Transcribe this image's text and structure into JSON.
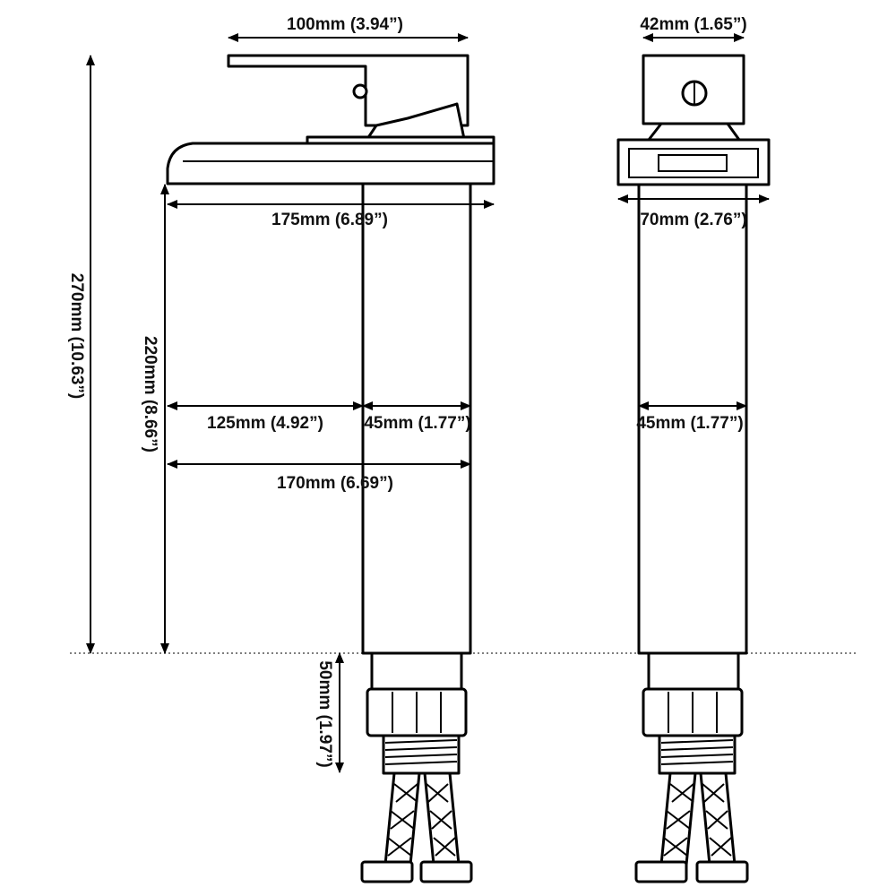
{
  "dimensions": {
    "handle_length": "100mm (3.94”)",
    "handle_width": "42mm (1.65”)",
    "spout_length": "175mm (6.89”)",
    "base_width": "70mm (2.76”)",
    "total_height": "270mm (10.63”)",
    "body_height": "220mm (8.66”)",
    "reach": "125mm (4.92”)",
    "body_diameter_front": "45mm (1.77”)",
    "body_diameter_side": "45mm (1.77”)",
    "overall_reach": "170mm (6.69”)",
    "fitting_length": "50mm (1.97”)"
  },
  "colors": {
    "line": "#000000",
    "background": "#ffffff"
  }
}
